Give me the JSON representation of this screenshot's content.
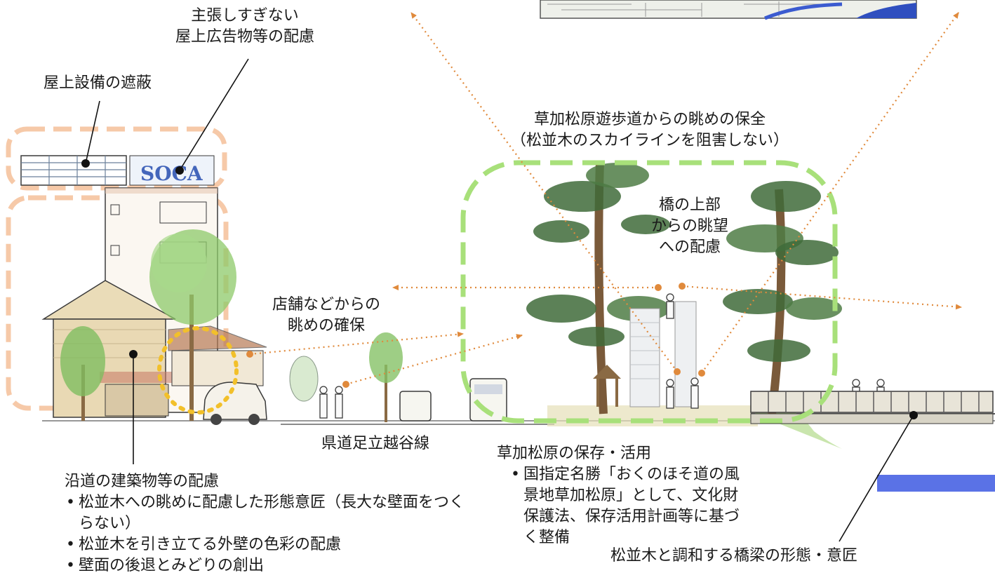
{
  "labels": {
    "rooftop_ads": [
      "主張しすぎない",
      "屋上広告物等の配慮"
    ],
    "rooftop_screening": "屋上設備の遮蔽",
    "view_preservation": [
      "草加松原遊歩道からの眺めの保全",
      "（松並木のスカイラインを阻害しない）"
    ],
    "bridge_view": [
      "橋の上部",
      "からの眺望",
      "への配慮"
    ],
    "shop_view": [
      "店舗などからの",
      "眺めの確保"
    ],
    "road_name": "県道足立越谷線",
    "building_consideration": {
      "title": "沿道の建築物等の配慮",
      "items": [
        "松並木への眺めに配慮した形態意匠（長大な壁面をつくらない）",
        "松並木を引き立てる外壁の色彩の配慮",
        "壁面の後退とみどりの創出"
      ]
    },
    "matsubara": {
      "title": "草加松原の保存・活用",
      "items": [
        "国指定名勝「おくのほそ道の風景地草加松原」として、文化財保護法、保存活用計画等に基づく整備"
      ]
    },
    "bridge_design": "松並木と調和する橋梁の形態・意匠"
  },
  "sign_text": "SOCA",
  "colors": {
    "pine": "#3f6b3a",
    "green_frame": "#a8e07a",
    "orange_frame": "#f6c9a8",
    "yellow_frame": "#f2c02a",
    "arrow": "#e08a3c",
    "water": "#5a72e6"
  }
}
